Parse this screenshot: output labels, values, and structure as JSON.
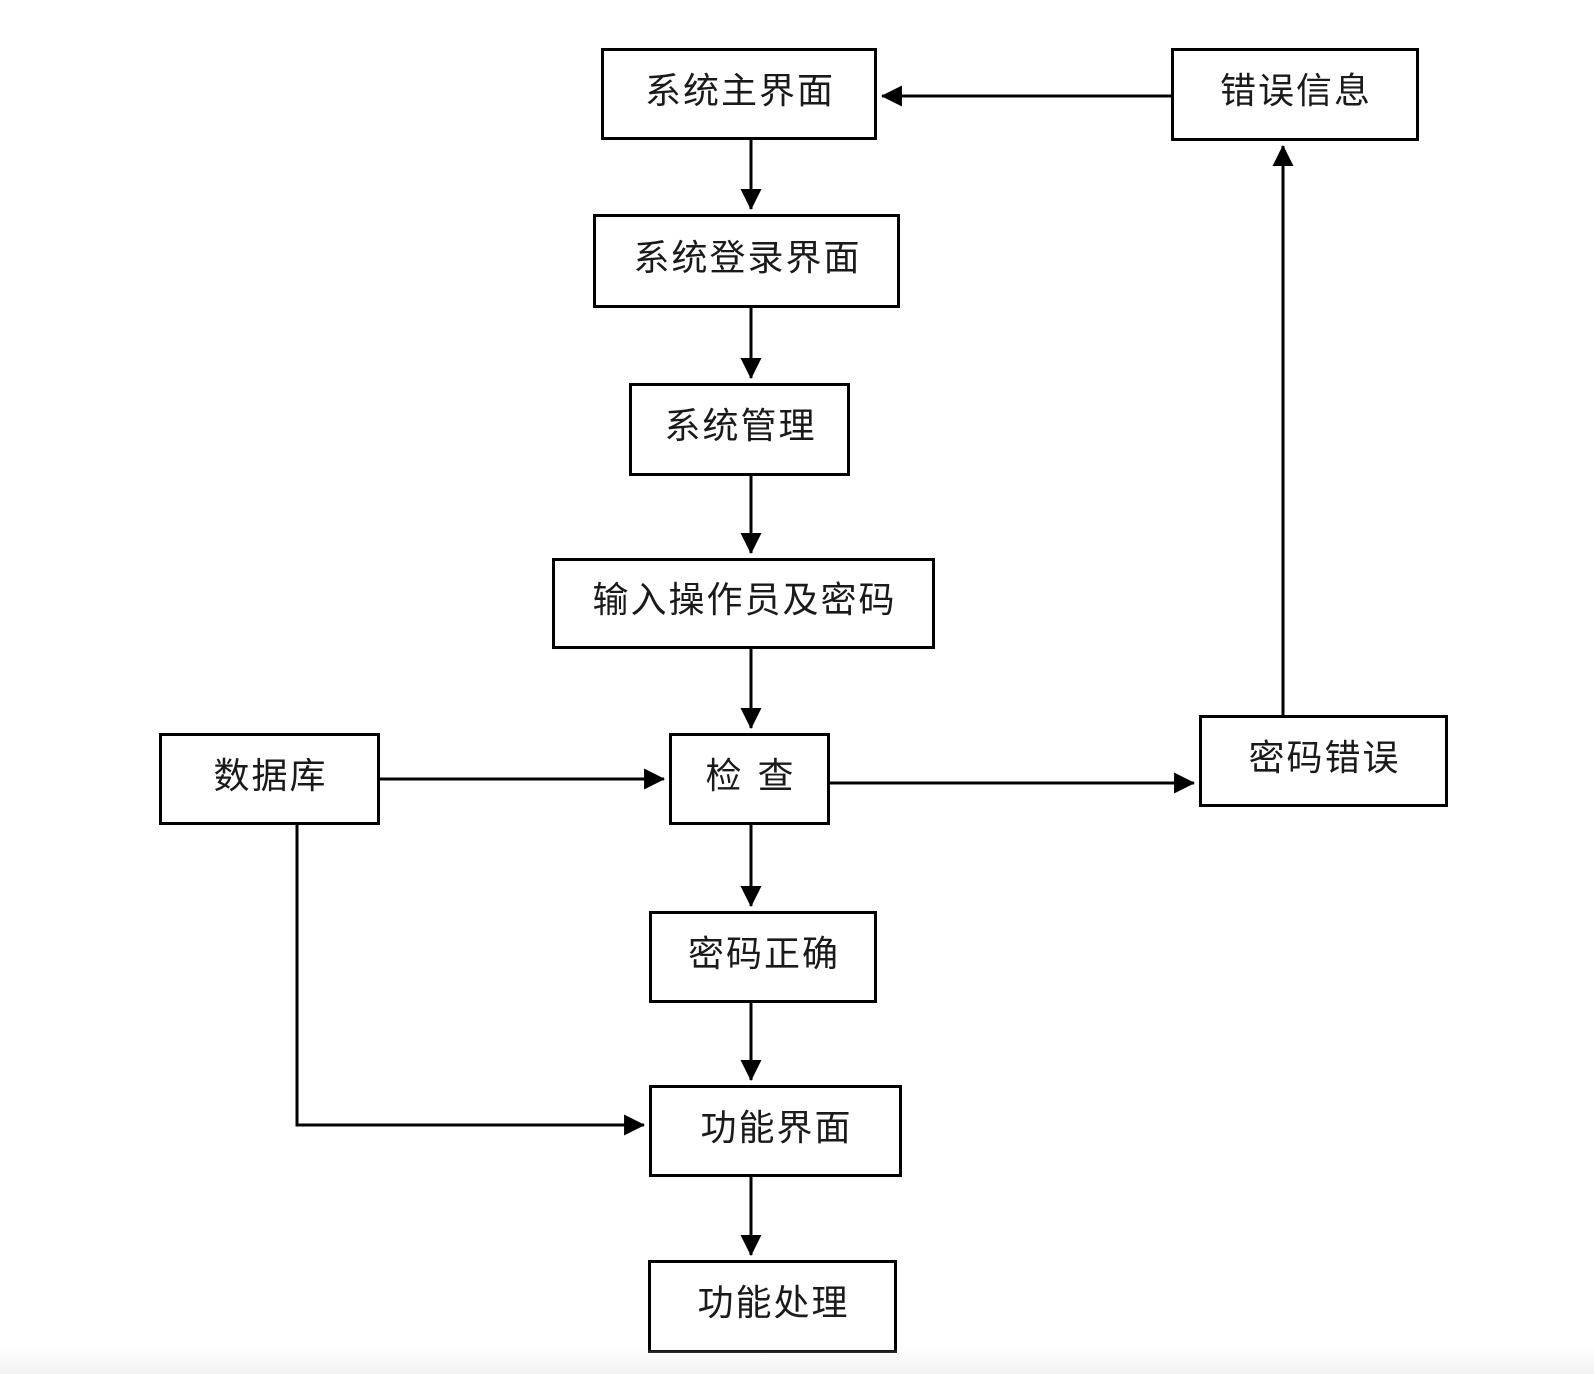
{
  "diagram": {
    "type": "flowchart",
    "background_color": "#ffffff",
    "stroke_color": "#000000",
    "text_color": "#1a1a1a",
    "nodes": [
      {
        "id": "system-main-ui",
        "label": "系统主界面"
      },
      {
        "id": "error-info",
        "label": "错误信息"
      },
      {
        "id": "system-login-ui",
        "label": "系统登录界面"
      },
      {
        "id": "system-management",
        "label": "系统管理"
      },
      {
        "id": "input-operator-password",
        "label": "输入操作员及密码"
      },
      {
        "id": "database",
        "label": "数据库"
      },
      {
        "id": "check",
        "label": "检查"
      },
      {
        "id": "password-wrong",
        "label": "密码错误"
      },
      {
        "id": "password-correct",
        "label": "密码正确"
      },
      {
        "id": "function-ui",
        "label": "功能界面"
      },
      {
        "id": "function-processing",
        "label": "功能处理"
      }
    ],
    "edges": [
      {
        "from": "error-info",
        "to": "system-main-ui"
      },
      {
        "from": "system-main-ui",
        "to": "system-login-ui"
      },
      {
        "from": "system-login-ui",
        "to": "system-management"
      },
      {
        "from": "system-management",
        "to": "input-operator-password"
      },
      {
        "from": "input-operator-password",
        "to": "check"
      },
      {
        "from": "database",
        "to": "check"
      },
      {
        "from": "check",
        "to": "password-wrong"
      },
      {
        "from": "password-wrong",
        "to": "error-info"
      },
      {
        "from": "check",
        "to": "password-correct"
      },
      {
        "from": "password-correct",
        "to": "function-ui"
      },
      {
        "from": "database",
        "to": "function-ui"
      },
      {
        "from": "function-ui",
        "to": "function-processing"
      }
    ]
  }
}
